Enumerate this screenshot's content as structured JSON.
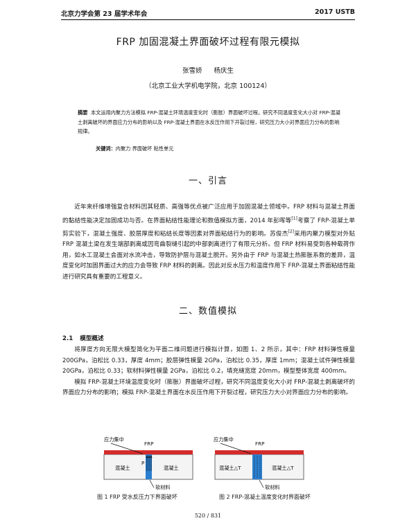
{
  "header": {
    "left": "北京力学会第 23 届学术年会",
    "right": "2017 USTB"
  },
  "title": "FRP 加固混凝土界面破坏过程有限元模拟",
  "authors": [
    "张雪娇",
    "杨庆生"
  ],
  "affiliation": "（北京工业大学机电学院，北京 100124）",
  "abstract": {
    "label": "摘要",
    "text": "本文运用内聚力方法模拟 FRP-混凝土环境温度变化时（膨胀）界面破坏过程。研究不同温度变化大小对 FRP-混凝土剥离破坏的界面应力分布的影响以及 FRP-混凝土界面在水反压作用下开裂过程，研究压力大小对界面应力分布的影响规律。"
  },
  "keywords": {
    "label": "关键词：",
    "text": "内聚力  界面破坏  粘性单元"
  },
  "section1": {
    "title": "一、引言"
  },
  "intro_paragraph": {
    "part1": "近年来纤维增强复合材料因其轻质、高强等优点被广泛应用于加固混凝土领域中。FRP 材料与混凝土界面的黏结性能决定加固成功与否。在界面粘结性能理论和数值模拟方面，2014 年彭晖等",
    "ref1": "[1]",
    "part2": "考察了 FRP-混凝土单剪实验下，混凝土强度、胶层厚度和粘结长度等因素对界面粘结行为的影响。苏俊杰",
    "ref2": "[2]",
    "part3": "采用内聚力模型对外贴 FRP 混凝土梁在发生端部剥离或因弯曲裂缝引起的中部剥离进行了有限元分析。但 FRP 材料易受到各种载荷作用，如水工混凝土会面对水流冲击，导致防护层与混凝土脱开。另外由于 FRP 与混凝土热膨胀系数的差异，温度变化时加固界面过大的应力会导致 FRP 材料的剥离。因此对反水压力和温度作用下 FRP-混凝土界面粘结性能进行研究具有重要的工程意义。"
  },
  "section2": {
    "title": "二、数值模拟"
  },
  "subsection": {
    "number": "2.1",
    "title": "模型概述"
  },
  "model_paragraphs": [
    "将厚度方向无限大模型简化为平面二维问题进行模拟计算，如图 1、2 所示，其中：FRP 材料弹性模量 200GPa，泊松比 0.33，厚度 4mm；胶层弹性模量 2GPa，泊松比 0.35，厚度 1mm；混凝土试件弹性模量 20GPa，泊松比 0.33；软材料弹性模量 2GPa，泊松比 0.2，填充缝宽度 20mm，模型整体宽度 400mm。",
    "模拟 FRP-混凝土环境温度变化时（膨胀）界面破坏过程，研究不同温度变化大小对 FRP-混凝土剥离破坏的界面应力分布的影响；模拟 FRP-混凝土界面在水反压作用下开裂过程，研究压力大小对界面应力分布的影响。"
  ],
  "figure1": {
    "label_stress": "应力集中",
    "label_frp": "FRP",
    "label_left": "混凝土",
    "label_right": "混凝土",
    "label_p": "P",
    "label_soft": "软材料",
    "caption": "图 1 FRP 受水反压力下界面破坏"
  },
  "figure2": {
    "label_stress": "应力集中",
    "label_frp": "FRP",
    "label_left": "混凝土△T",
    "label_right": "混凝土△T",
    "label_soft": "软材料",
    "caption": "图 2 FRP-混凝土温度变化时界面破坏"
  },
  "colors": {
    "frp_red": "#d42b2b",
    "soft_blue": "#2a7fd0",
    "concrete_bg": "#f4f4f4"
  },
  "page_number": "520 / 831"
}
